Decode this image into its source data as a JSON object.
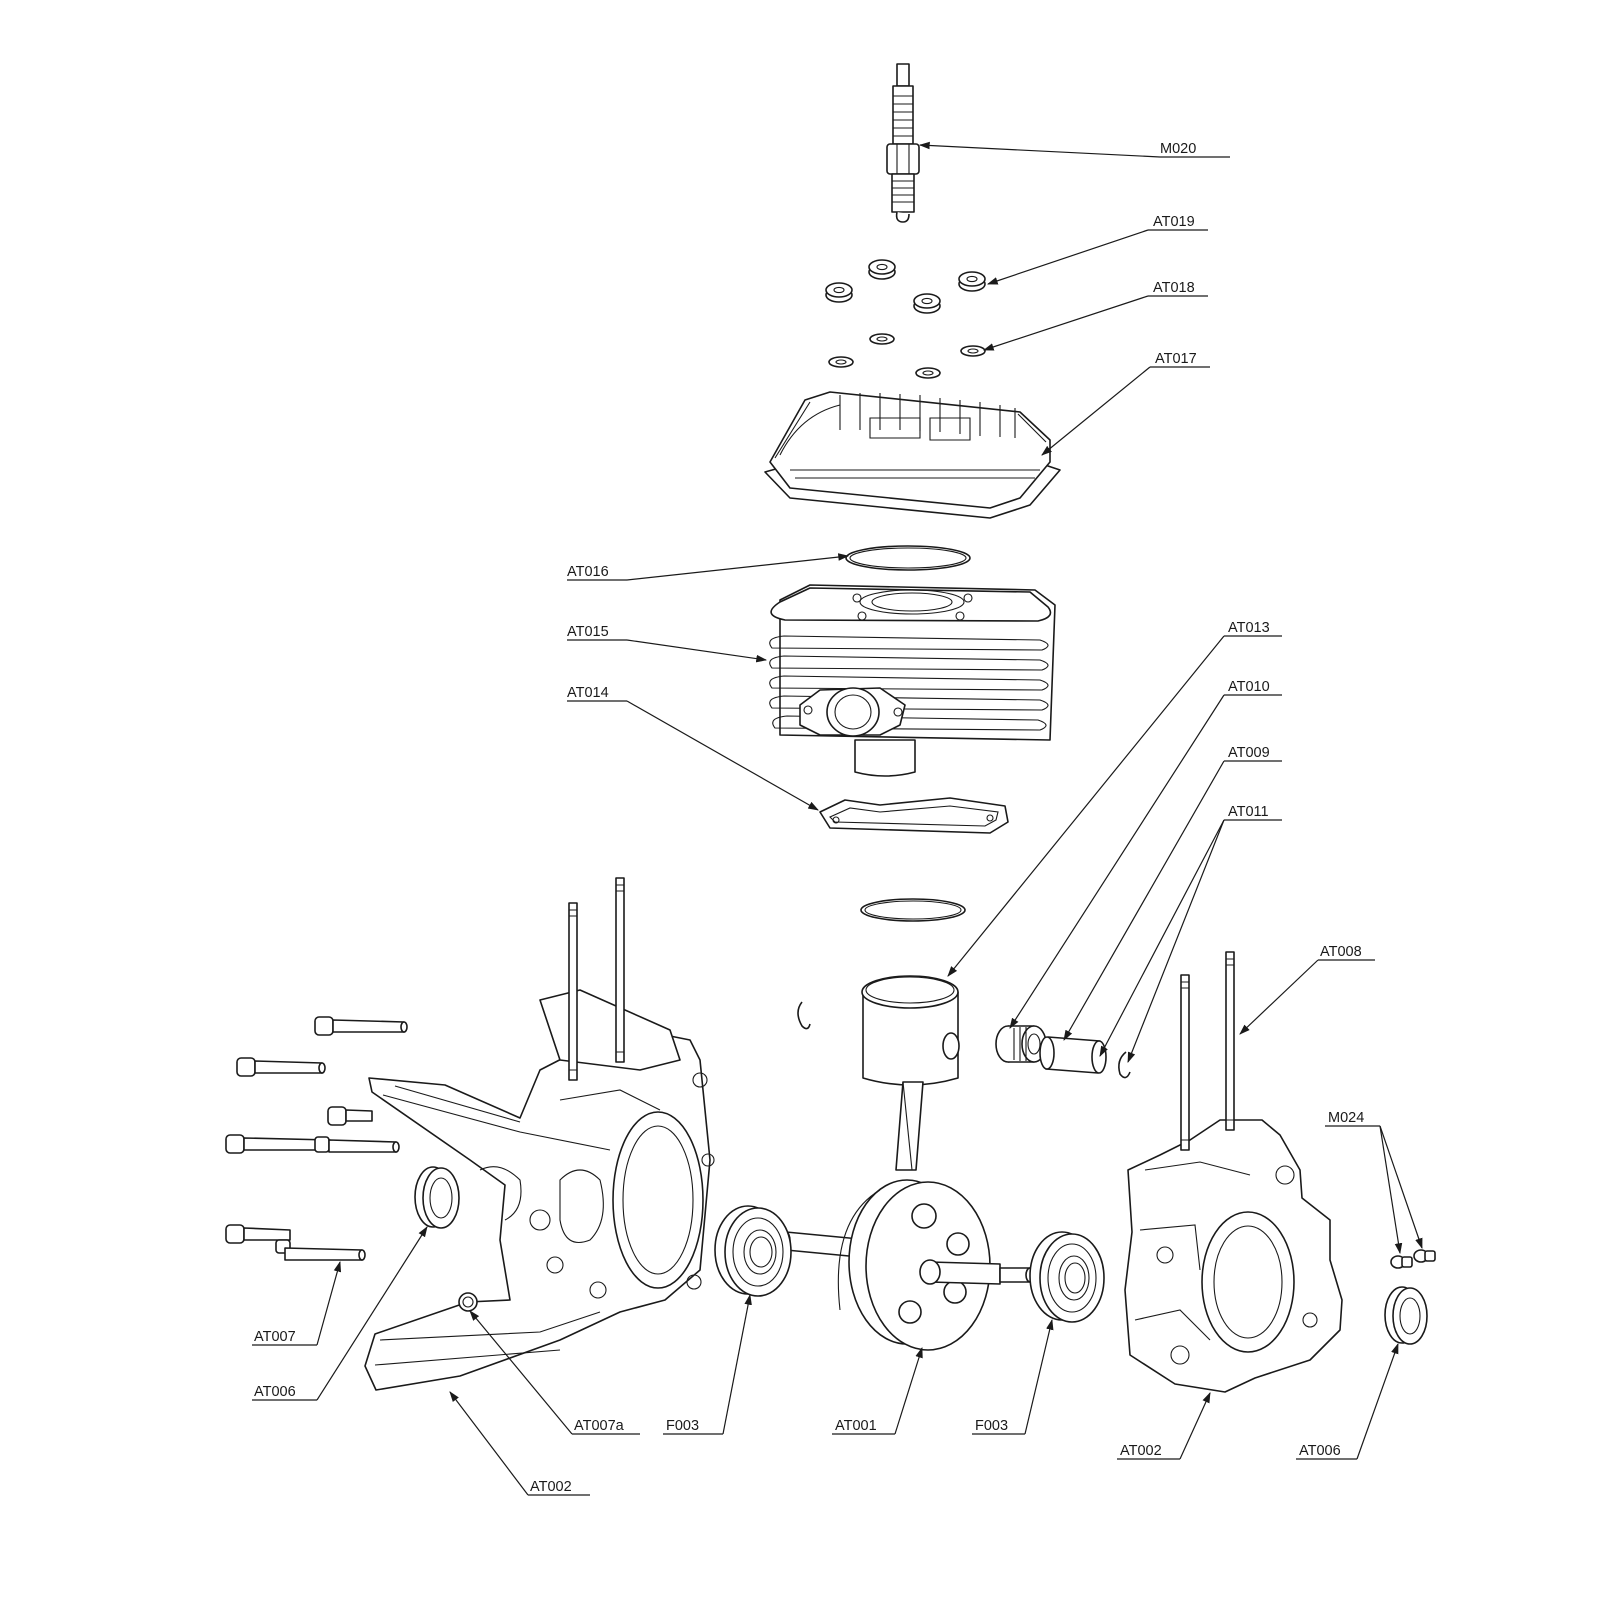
{
  "labels": {
    "m020": "M020",
    "at019": "AT019",
    "at018": "AT018",
    "at017": "AT017",
    "at016": "AT016",
    "at015": "AT015",
    "at014": "AT014",
    "at013": "AT013",
    "at010": "AT010",
    "at009": "AT009",
    "at011": "AT011",
    "at008": "AT008",
    "m024": "M024",
    "at007": "AT007",
    "at006_left": "AT006",
    "at007a": "AT007a",
    "at002_left": "AT002",
    "f003_left": "F003",
    "at001": "AT001",
    "f003_right": "F003",
    "at002_right": "AT002",
    "at006_right": "AT006"
  },
  "colors": {
    "line": "#1a1a1a",
    "background": "#ffffff"
  }
}
